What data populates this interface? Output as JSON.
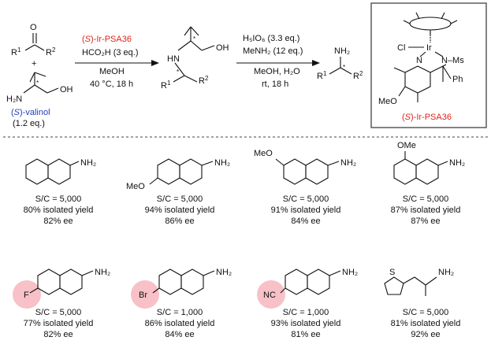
{
  "scheme": {
    "reagents": {
      "r1": "R",
      "sub1": "1",
      "r2": "R",
      "sub2": "2",
      "o": "O",
      "plus": "+",
      "amine": "H₂N",
      "oh": "OH",
      "star": "*",
      "valinol_prefix": "(",
      "valinol_s": "S",
      "valinol_suffix": ")-valinol",
      "valinol_eq": "(1.2 eq.)"
    },
    "step1": {
      "catalyst_prefix": "(",
      "catalyst_s": "S",
      "catalyst_suffix": ")-Ir-PSA36",
      "acid": "HCO₂H (3 eq.)",
      "solvent": "MeOH",
      "conditions": "40 °C, 18 h"
    },
    "intermediate": {
      "hn": "HN",
      "oh": "OH",
      "r1": "R",
      "sub1": "1",
      "r2": "R",
      "sub2": "2",
      "star": "*"
    },
    "step2": {
      "oxidant": "H₅IO₆ (3.3 eq.)",
      "amine": "MeNH₂ (12 eq.)",
      "solvent": "MeOH, H₂O",
      "conditions": "rt, 18 h"
    },
    "product": {
      "nh2": "NH₂",
      "r1": "R",
      "sub1": "1",
      "r2": "R",
      "sub2": "2",
      "star": "*"
    },
    "catalyst_box": {
      "ir": "Ir",
      "cl": "Cl",
      "n": "N",
      "nms": "N–Ms",
      "ph": "Ph",
      "meo": "MeO",
      "label_prefix": "(",
      "label_s": "S",
      "label_suffix": ")-Ir-PSA36"
    }
  },
  "products": [
    {
      "label": "NH₂",
      "substituent": "",
      "sc": "S/C = 5,000",
      "yield": "80% isolated yield",
      "ee": "82% ee"
    },
    {
      "label": "NH₂",
      "substituent": "MeO",
      "sc": "S/C = 5,000",
      "yield": "94% isolated yield",
      "ee": "86% ee"
    },
    {
      "label": "NH₂",
      "substituent": "MeO",
      "sc": "S/C = 5,000",
      "yield": "91% isolated yield",
      "ee": "84% ee"
    },
    {
      "label": "NH₂",
      "substituent": "OMe",
      "sc": "S/C = 5,000",
      "yield": "87% isolated yield",
      "ee": "87% ee"
    },
    {
      "label": "NH₂",
      "substituent": "F",
      "sc": "S/C = 5,000",
      "yield": "77% isolated yield",
      "ee": "82% ee"
    },
    {
      "label": "NH₂",
      "substituent": "Br",
      "sc": "S/C = 1,000",
      "yield": "86% isolated yield",
      "ee": "84% ee"
    },
    {
      "label": "NH₂",
      "substituent": "NC",
      "sc": "S/C = 1,000",
      "yield": "93% isolated yield",
      "ee": "81% ee"
    },
    {
      "label": "NH₂",
      "substituent": "S",
      "sc": "S/C = 5,000",
      "yield": "81% isolated yield",
      "ee": "92% ee"
    }
  ],
  "colors": {
    "catalyst_red": "#e2231a",
    "valinol_blue": "#1f3fbf",
    "highlight_pink": "#f7c1c7"
  }
}
